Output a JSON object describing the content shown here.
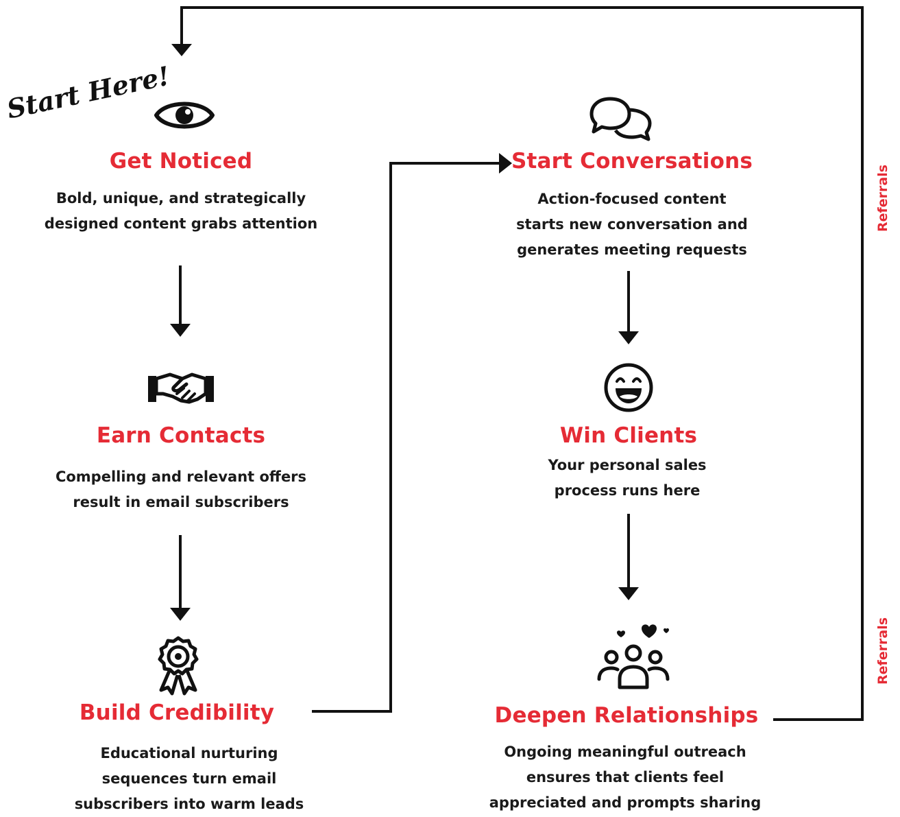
{
  "colors": {
    "accent": "#e52b35",
    "ink": "#111111"
  },
  "start_label": "Start Here!",
  "side_labels": [
    "Referrals",
    "Referrals"
  ],
  "steps": [
    {
      "icon": "eye-icon",
      "title": "Get Noticed",
      "desc": [
        "Bold, unique, and strategically",
        "designed content grabs attention"
      ]
    },
    {
      "icon": "handshake-icon",
      "title": "Earn Contacts",
      "desc": [
        "Compelling and relevant offers",
        "result in email subscribers"
      ]
    },
    {
      "icon": "award-ribbon-icon",
      "title": "Build Credibility",
      "desc": [
        "Educational nurturing",
        "sequences turn email",
        "subscribers into warm leads"
      ]
    },
    {
      "icon": "chat-bubbles-icon",
      "title": "Start Conversations",
      "desc": [
        "Action-focused content",
        "starts new conversation and",
        "generates meeting requests"
      ]
    },
    {
      "icon": "smiley-icon",
      "title": "Win Clients",
      "desc": [
        "Your personal sales",
        "process runs here"
      ]
    },
    {
      "icon": "people-hearts-icon",
      "title": "Deepen Relationships",
      "desc": [
        "Ongoing meaningful outreach",
        "ensures that clients feel",
        "appreciated and prompts sharing"
      ]
    }
  ]
}
